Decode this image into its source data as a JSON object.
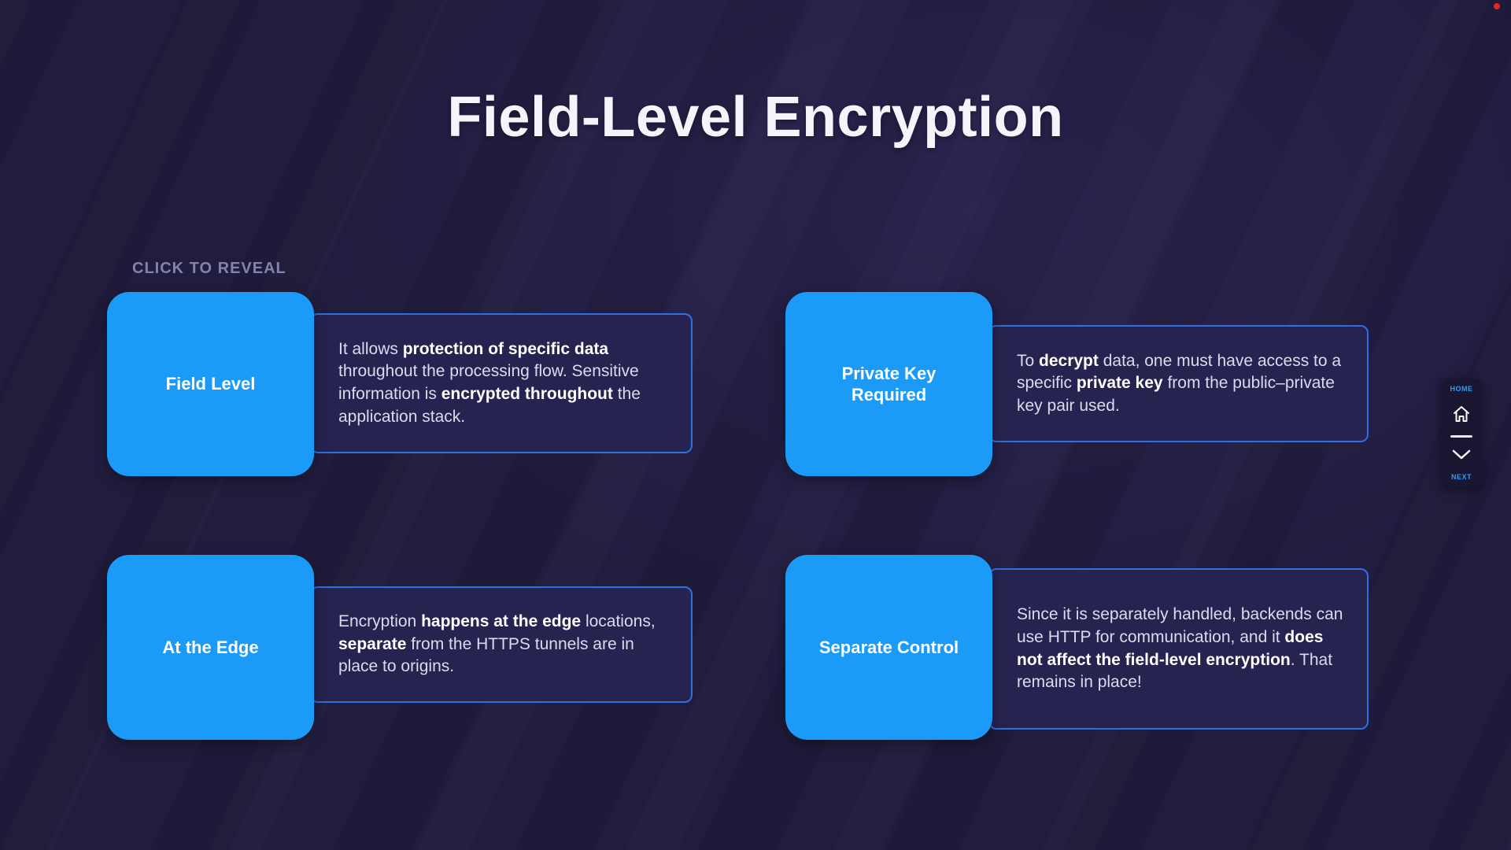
{
  "page": {
    "title": "Field-Level Encryption",
    "hint": "CLICK TO REVEAL"
  },
  "cards": [
    {
      "label": "Field Level",
      "runs": [
        {
          "t": "It allows "
        },
        {
          "t": "protection of specific data",
          "b": true
        },
        {
          "t": " throughout the processing flow. Sensitive information is "
        },
        {
          "t": "encrypted throughout",
          "b": true
        },
        {
          "t": " the application stack."
        }
      ]
    },
    {
      "label": "Private Key Required",
      "runs": [
        {
          "t": "To "
        },
        {
          "t": "decrypt",
          "b": true
        },
        {
          "t": " data, one must have access to a specific "
        },
        {
          "t": "private key",
          "b": true
        },
        {
          "t": " from the public–private key pair used."
        }
      ]
    },
    {
      "label": "At the Edge",
      "runs": [
        {
          "t": "Encryption "
        },
        {
          "t": "happens at the edge",
          "b": true
        },
        {
          "t": " locations, "
        },
        {
          "t": "separate",
          "b": true
        },
        {
          "t": " from the HTTPS tunnels are in place to origins."
        }
      ]
    },
    {
      "label": "Separate Control",
      "runs": [
        {
          "t": "Since it is separately handled, backends can use HTTP for communication, and it "
        },
        {
          "t": "does not affect the field-level encryption",
          "b": true
        },
        {
          "t": ". That remains in place!"
        }
      ]
    }
  ],
  "nav": {
    "home_label": "HOME",
    "next_label": "NEXT"
  },
  "colors": {
    "accent_blue": "#1b9af7",
    "panel_border": "#2f6fe0",
    "panel_background": "#272351",
    "background": "#211d3f",
    "nav_label_blue": "#2f9df5",
    "record_dot_red": "#df281f"
  }
}
